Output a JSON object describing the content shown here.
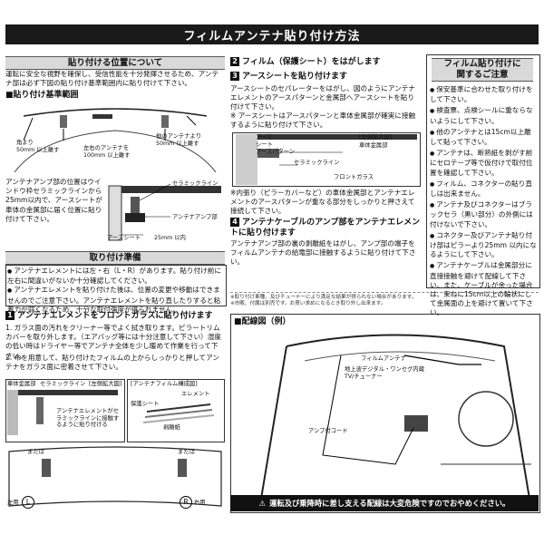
{
  "title": "フィルムアンテナ貼り付け方法",
  "placement": {
    "header": "貼り付ける位置について",
    "intro": "運転に安全な視野を確保し、受信性能を十分発揮させるため、アンテナ部は必ず下図の貼り付け基準範囲内に貼り付けて下さい。",
    "std_range_label": "■貼り付け基準範囲",
    "corner_label": "角より\n50mm 以上離す",
    "between_label": "左右のアンテナを\n100mm 以上離す",
    "other_label": "他のアンテナより\n50mm 以上離す",
    "amp_text": "アンテナアンプ部の位置はウインドウ枠セラミックラインから25mm以内で、アースシートが車体の金属部に届く位置に貼り付けて下さい。",
    "ceramic_label": "セラミックライン",
    "amp_label": "アンテナアンプ部",
    "earth_label": "アースシート",
    "within25_label": "25mm 以内"
  },
  "method": {
    "header": "取り付け準備",
    "prep": [
      "アンテナエレメントには左・右（L・R）があります。貼り付け前に左右に間違いがないか十分確認してください。",
      "アンテナエレメントを貼り付けた後は、位置の変更や移動はできませんのでご注意下さい。アンテナエレメントを貼り直したりすると粘着力が弱くなるため、十分な取付強度が得られません。"
    ],
    "step1_title": "アンテナエレメントをフロントガラスに貼り付けます",
    "step1_body": [
      "1. ガラス面の汚れをクリーナー等でよく拭き取ります。ピラートリムカバーを取り外します。（エアバッグ等には十分注意して下さい）湿度の低い時はドライヤー等でアンテナ全体を少し暖めて作業を行って下さい。",
      "2. 布を用意して、貼り付けたフィルムの上からしっかりと押してアンテナをガラス面に密着させて下さい。"
    ],
    "fig_metal": "車体金属部",
    "fig_ceramic": "セラミックライン",
    "fig_zoom": "[左側拡大図]",
    "fig_struct": "[アンテナフィルム構成図]",
    "fig_element": "エレメント",
    "fig_protect": "保護シート",
    "fig_release": "剥離紙",
    "fig_note": "アンテナエレメントがセラミックラインに接触するように貼り付ける",
    "left_tag": "左用",
    "right_tag": "右用",
    "or1": "または",
    "or2": "または",
    "L": "L",
    "R": "R"
  },
  "step2": {
    "title": "フィルム（保護シート）をはがします",
    "step3_title": "アースシートを貼り付けます",
    "step3_body": "アースシートのセパレーターをはがし、図のようにアンテナエレメントのアースパターンと金属部へアースシートを貼り付けて下さい。",
    "step3_note": "※ アースシートはアースパターンと車体金属部が確実に接触するように貼り付けて下さい。",
    "fig_earth": "アース\nシート",
    "fig_earth_pattern": "アースパターン",
    "fig_zoom": "[左側拡大図]",
    "fig_metal": "車体金属部",
    "fig_ceramic": "セラミックライン",
    "fig_glass": "フロントガラス",
    "note2": "※内張り（ピラーカバーなど）の車体金属部とアンテナエレメントのアースパターンが重なる部分をしっかりと押さえて接続して下さい。",
    "step4_title": "アンテナケーブルのアンプ部をアンテナエレメントに貼り付けます",
    "step4_body": "アンテナアンプ部の裏の剥離紙をはがし、アンプ部の端子をフィルムアンテナの給電部に接触するように貼り付けて下さい。",
    "footnote": [
      "※取り付け車種、及びチューナーにより満足な結果が得られない場合があります。",
      "※市販、付属は別売です。お買い求めになるとき取り外し出来ます。"
    ]
  },
  "notes": {
    "header": "フィルム貼り付けに\n関するご注意",
    "items": [
      "保安基準に合わせた取り付けをして下さい。",
      "検査票、点検シールに重ならないようにして下さい。",
      "他のアンテナとは15cm以上離して貼って下さい。",
      "アンテナは、断熱紙を剥がす前にセロテープ等で仮付けで取付位置を確認して下さい。",
      "フィルム、コネクターの貼り直しは出来ません。",
      "アンテナ及びコネクターはブラックセラ（黒い部分）の外側には付けないで下さい。",
      "コネクター及びアンテナ貼り付け部はピラーより25mm 以内になるようにして下さい。",
      "アンテナケーブルは金属部分に直接接触を避けて配線して下さい。また、ケーブルが余った場合は、束ねに15cm以上の輪状にして金属面の上を避けて置いて下さい。"
    ]
  },
  "wiring": {
    "title": "■配線図（例）",
    "film_antenna": "フィルムアンテナ",
    "tuner": "地上波デジタル・ワンセグ内蔵\nTV/チューナー",
    "cord": "アンプ付コード"
  },
  "warning": "運転及び乗降時に差し支える配線は大変危険ですのでおやめください。"
}
